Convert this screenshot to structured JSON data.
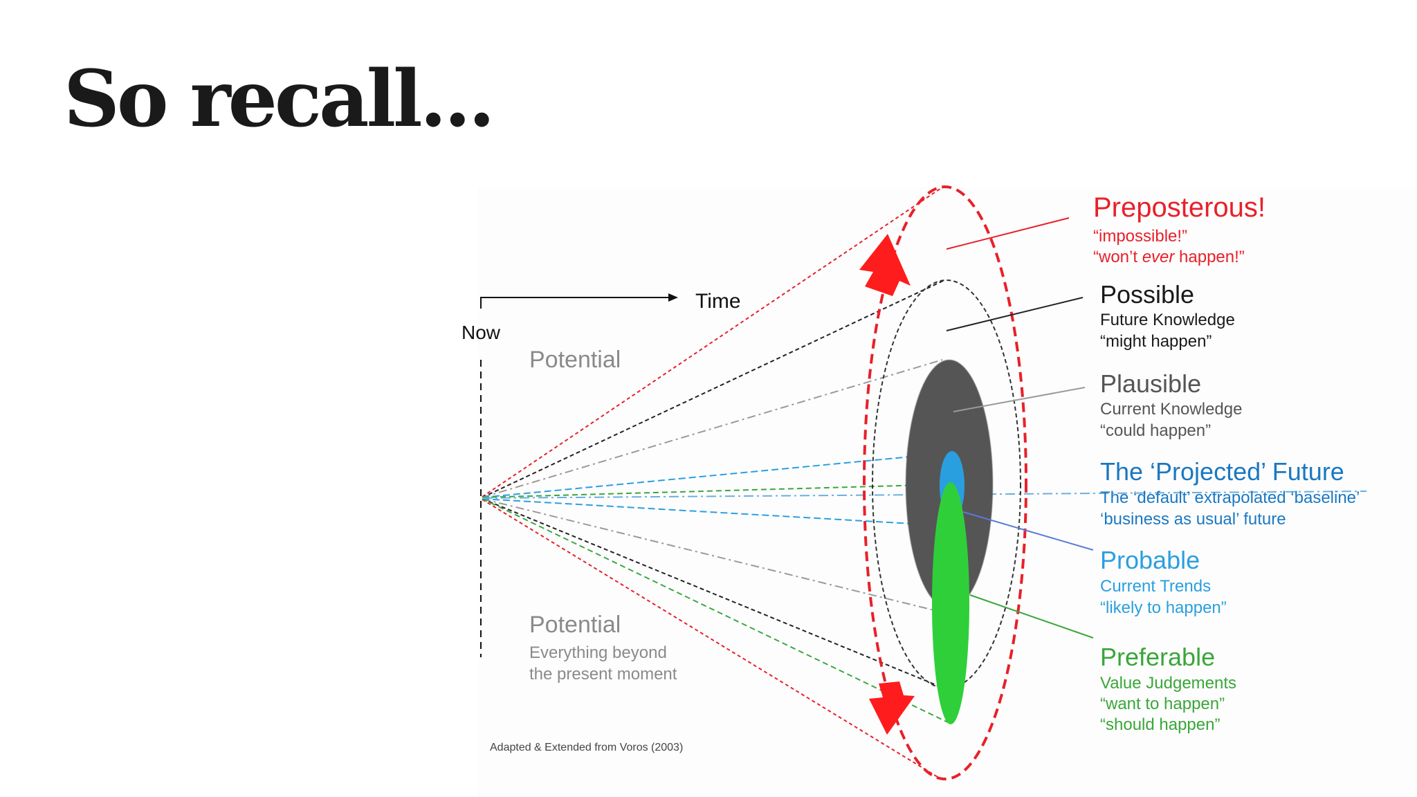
{
  "slide": {
    "title": "So recall..."
  },
  "diagram": {
    "axis": {
      "now_label": "Now",
      "time_label": "Time"
    },
    "potential_top": "Potential",
    "potential_bottom": {
      "heading": "Potential",
      "line1": "Everything beyond",
      "line2": "the present moment"
    },
    "source": "Adapted & Extended from Voros (2003)",
    "categories": [
      {
        "id": "preposterous",
        "title": "Preposterous!",
        "line1": "“impossible!”",
        "line2_pre": "“won’t ",
        "line2_em": "ever",
        "line2_post": " happen!”",
        "color": "#e8202a"
      },
      {
        "id": "possible",
        "title": "Possible",
        "line1": "Future Knowledge",
        "line2": "“might happen”",
        "color": "#1a1a1a"
      },
      {
        "id": "plausible",
        "title": "Plausible",
        "line1": "Current Knowledge",
        "line2": "“could happen”",
        "color": "#555555"
      },
      {
        "id": "projected",
        "title": "The ‘Projected’ Future",
        "line1": "The ‘default’ extrapolated ‘baseline’",
        "line2": "‘business as usual’ future",
        "color": "#1a78c2"
      },
      {
        "id": "probable",
        "title": "Probable",
        "line1": "Current Trends",
        "line2": "“likely to happen”",
        "color": "#2a9fe0"
      },
      {
        "id": "preferable",
        "title": "Preferable",
        "line1": "Value Judgements",
        "line2": "“want to happen”",
        "line3": "“should happen”",
        "color": "#3aa63a"
      }
    ],
    "colors": {
      "red": "#e8202a",
      "black": "#1a1a1a",
      "grey": "#555555",
      "blue": "#2a9fe0",
      "green": "#2fcf3a"
    }
  }
}
